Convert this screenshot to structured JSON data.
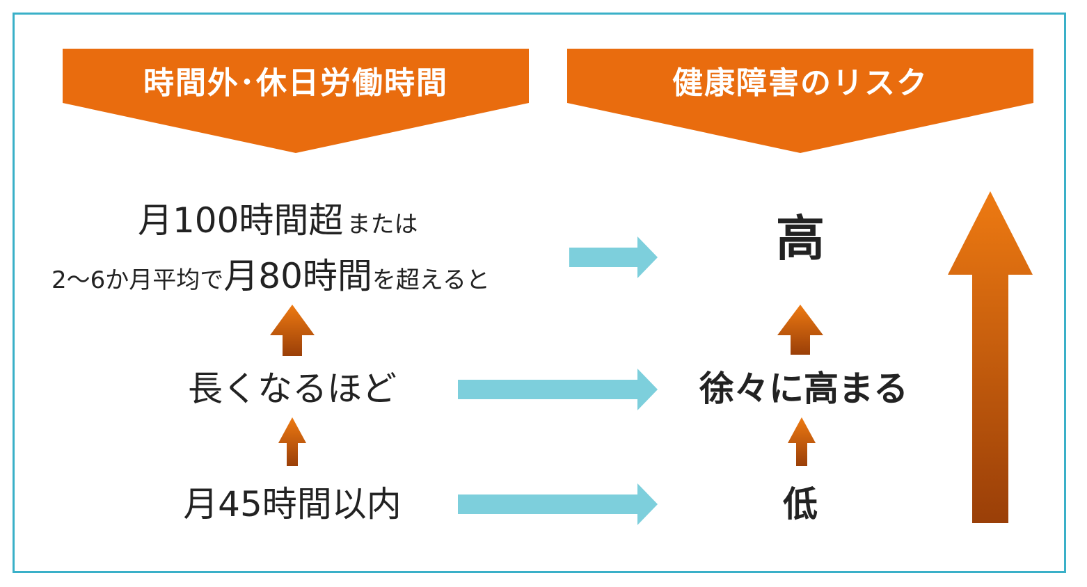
{
  "colors": {
    "frame": "#3ab0c8",
    "banner": "#e96c0e",
    "arrow_blue": "#7dcfdc",
    "arrow_orange_top": "#ee7a12",
    "arrow_orange_bottom": "#9a3f08",
    "text": "#222222"
  },
  "headers": {
    "left": "時間外･休日労働時間",
    "right": "健康障害のリスク"
  },
  "left_column": {
    "row1_line1_main": "月100時間超",
    "row1_line1_small": "または",
    "row1_line2_prefix": "2～6か月平均で",
    "row1_line2_main": "月80時間",
    "row1_line2_suffix": "を超えると",
    "row2": "長くなるほど",
    "row3": "月45時間以内"
  },
  "right_column": {
    "row1": "高",
    "row2": "徐々に高まる",
    "row3": "低"
  }
}
